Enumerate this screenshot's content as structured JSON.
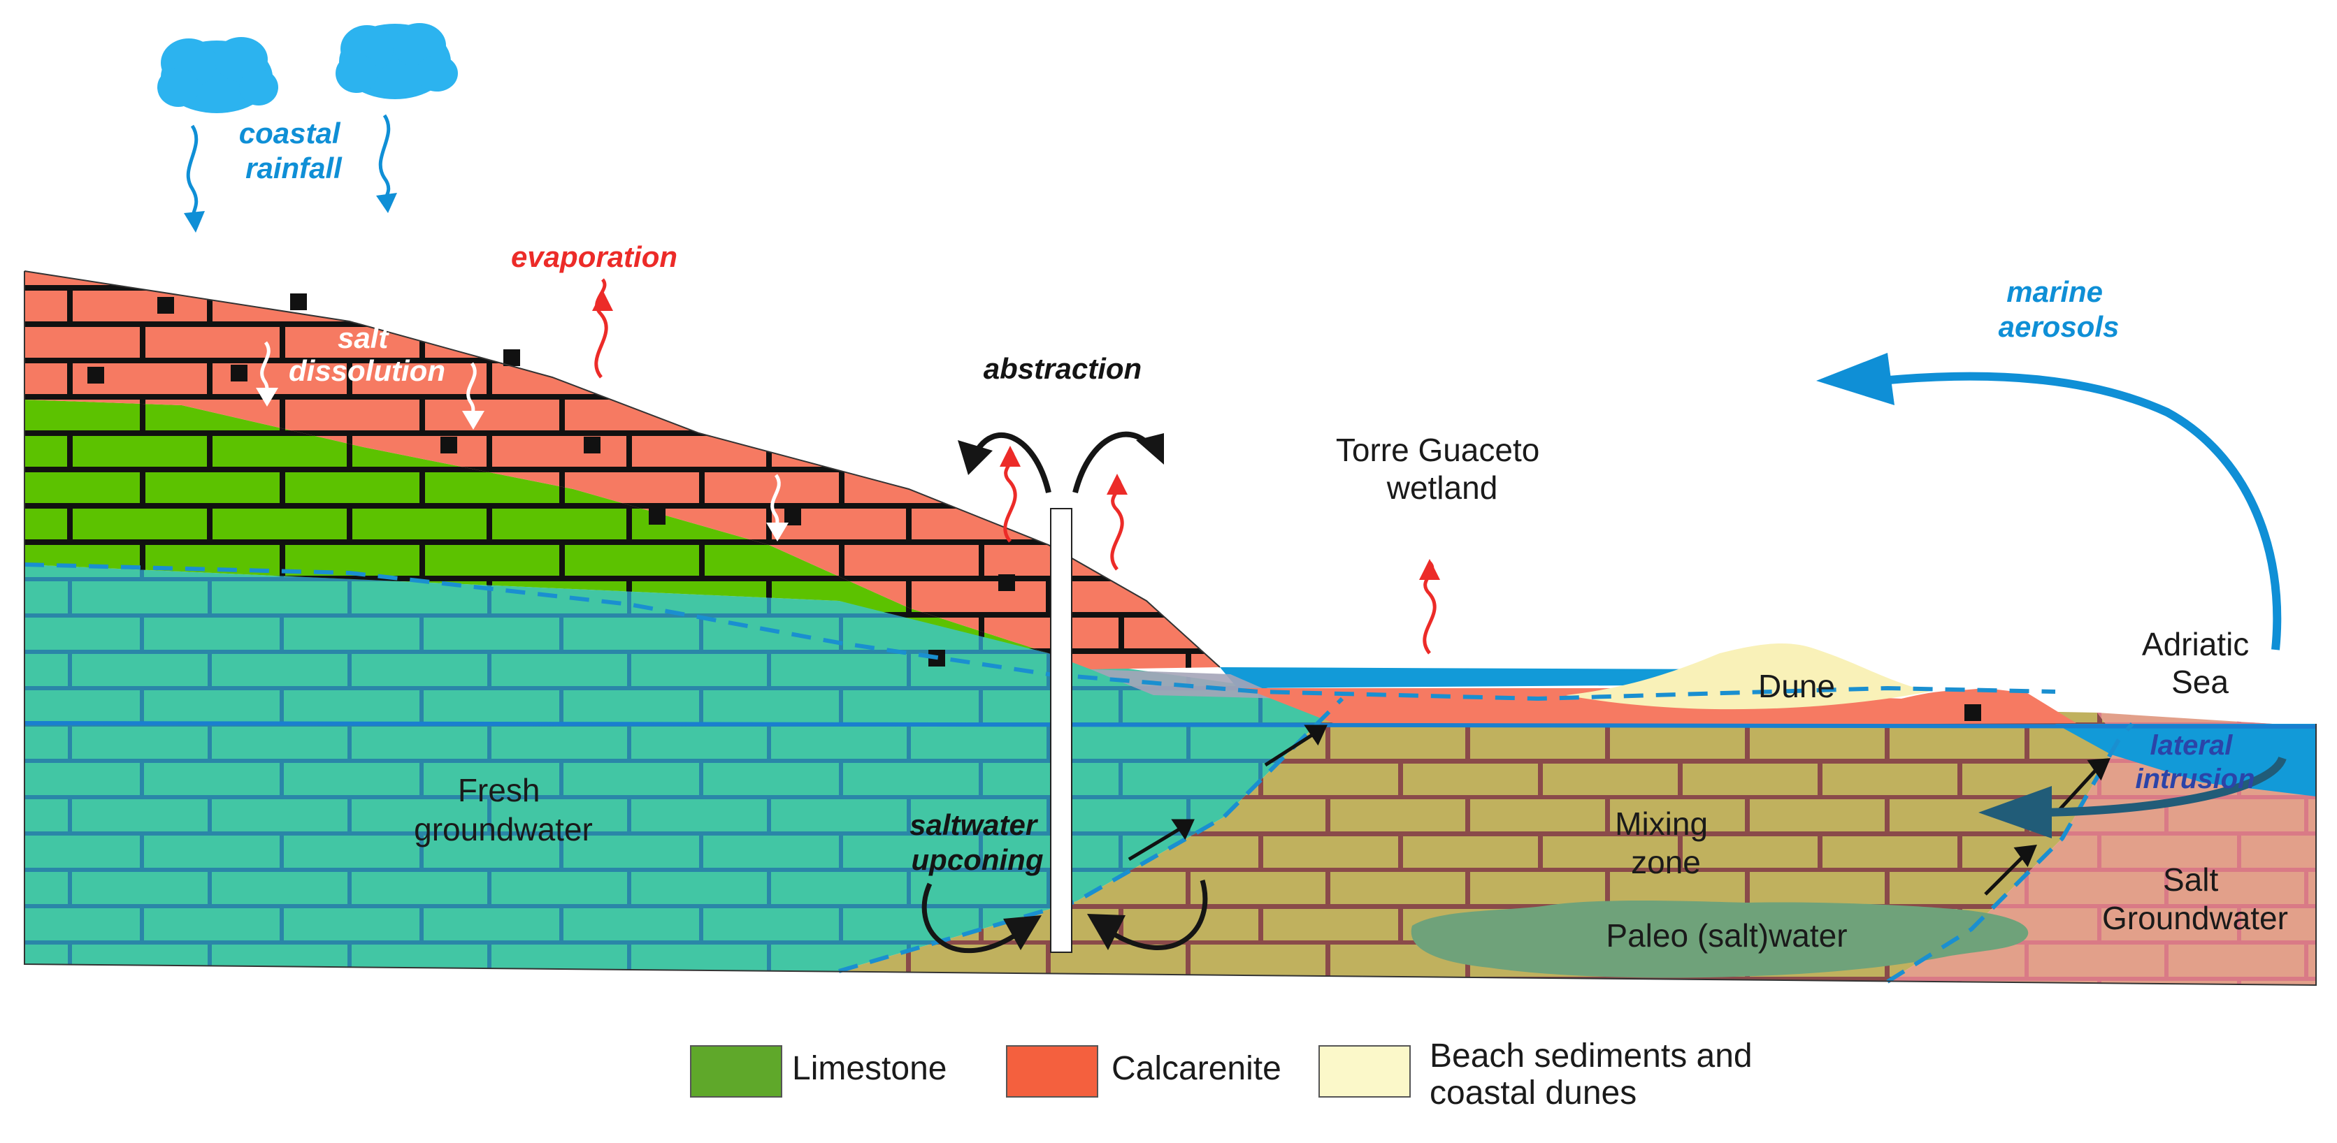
{
  "labels": {
    "coastal_rainfall": [
      "coastal",
      "rainfall"
    ],
    "evaporation": "evaporation",
    "salt_dissolution": [
      "salt",
      "dissolution"
    ],
    "abstraction": "abstraction",
    "wetland": [
      "Torre Guaceto",
      "wetland"
    ],
    "marine_aerosols": [
      "marine",
      "aerosols"
    ],
    "sea": [
      "Adriatic",
      "Sea"
    ],
    "dune": "Dune",
    "lateral_intrusion": [
      "lateral",
      "intrusion"
    ],
    "fresh_groundwater": [
      "Fresh",
      "groundwater"
    ],
    "saltwater_upconing": [
      "saltwater",
      "upconing"
    ],
    "mixing_zone": [
      "Mixing",
      "zone"
    ],
    "paleo_water": "Paleo (salt)water",
    "salt_groundwater": [
      "Salt",
      "Groundwater"
    ]
  },
  "legend": [
    {
      "label": "Limestone",
      "color": "#5fa82a"
    },
    {
      "label": "Calcarenite",
      "color": "#f4603e"
    },
    {
      "label": [
        "Beach sediments and",
        "coastal dunes"
      ],
      "color": "#fbf8c9"
    }
  ],
  "colors": {
    "calcarenite": "#f67a62",
    "limestone": "#5cc200",
    "fresh_groundwater": "#42c6a4",
    "mixing_zone": "#c0b15e",
    "salt_groundwater": "#e2a08a",
    "sea": "#129ad8",
    "dune": "#f9f1b8",
    "paleo_water": "#6fa27a",
    "rain_blue": "#0f8fd6",
    "evaporation_red": "#ec2b28"
  }
}
